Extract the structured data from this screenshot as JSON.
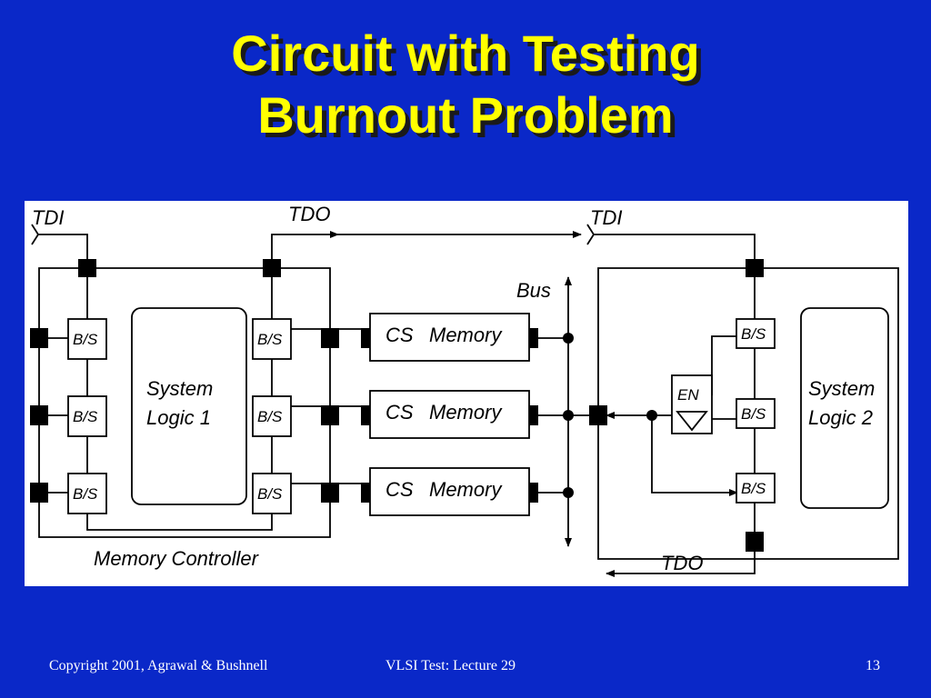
{
  "slide": {
    "title_line_1": "Circuit with Testing",
    "title_line_2": "Burnout Problem"
  },
  "diagram": {
    "tdi_left": "TDI",
    "tdo_top": "TDO",
    "tdi_right": "TDI",
    "tdo_bottom": "TDO",
    "bus": "Bus",
    "bs": "B/S",
    "system_logic_1": [
      "System",
      "Logic 1"
    ],
    "system_logic_2": [
      "System",
      "Logic 2"
    ],
    "cs": "CS",
    "memory": "Memory",
    "en": "EN",
    "memory_controller": "Memory Controller"
  },
  "footer": {
    "copyright": "Copyright 2001, Agrawal & Bushnell",
    "course": "VLSI Test: Lecture 29",
    "page": "13"
  }
}
